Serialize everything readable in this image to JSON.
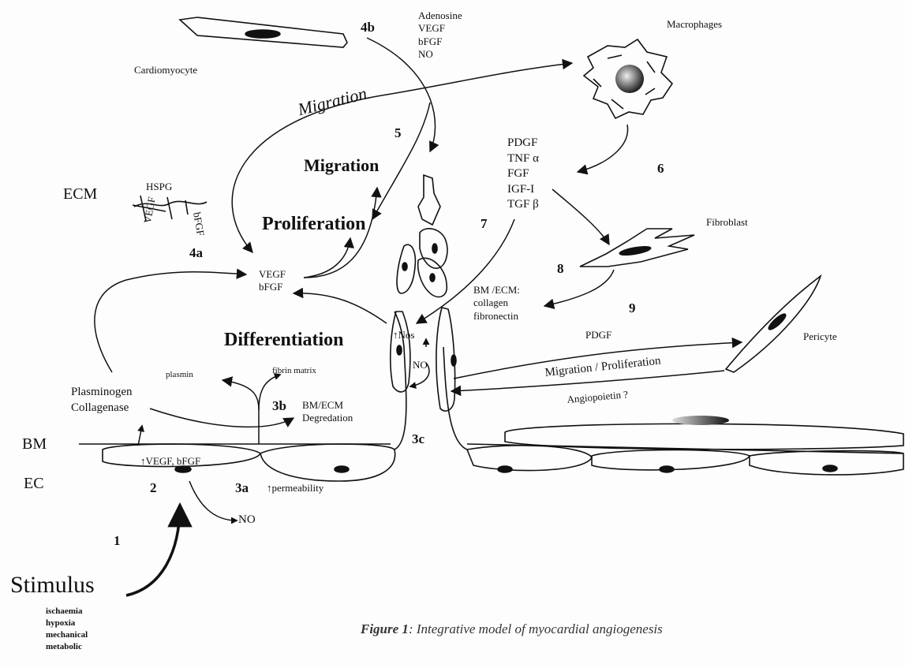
{
  "cells": {
    "cardiomyocyte": "Cardiomyocyte",
    "macrophages": "Macrophages",
    "fibroblast": "Fibroblast",
    "pericyte": "Pericyte"
  },
  "factors": {
    "top": [
      "Adenosine",
      "VEGF",
      "bFGF",
      "NO"
    ],
    "macrophage_factors": [
      "PDGF",
      "TNF α",
      "FGF",
      "IGF-I",
      "TGF β"
    ],
    "vegf_bfgf": [
      "VEGF",
      "bFGF"
    ],
    "bm_ecm": [
      "BM /ECM:",
      "collagen",
      "fibronectin"
    ],
    "plasminogen": [
      "Plasminogen",
      "Collagenase"
    ],
    "degradation": [
      "BM/ECM",
      "Degredation"
    ],
    "pdgf": "PDGF",
    "angiopoietin": "Angiopoietin ?",
    "migration_proliferation": "Migration / Proliferation"
  },
  "processes": {
    "migration_arc": "Migration",
    "migration": "Migration",
    "proliferation": "Proliferation",
    "differentiation": "Differentiation"
  },
  "ecm": {
    "label": "ECM",
    "hspg": "HSPG",
    "vegf": "VEGF",
    "bfgf": "bFGF"
  },
  "misc": {
    "plasmin": "plasmin",
    "fibrin_matrix": "fibrin matrix",
    "nos": "↑Nos",
    "no_inner": "NO",
    "no_bottom": "NO",
    "vegf_ec": "↑VEGF, bFGF",
    "permeability": "↑permeability",
    "bm": "BM",
    "ec": "EC"
  },
  "steps": {
    "s1": "1",
    "s2": "2",
    "s3a": "3a",
    "s3b": "3b",
    "s3c": "3c",
    "s4a": "4a",
    "s4b": "4b",
    "s5": "5",
    "s6": "6",
    "s7": "7",
    "s8": "8",
    "s9": "9"
  },
  "stimulus": {
    "title": "Stimulus",
    "items": [
      "ischaemia",
      "hypoxia",
      "mechanical",
      "metabolic"
    ]
  },
  "caption": {
    "label": "Figure 1",
    "text": ": Integrative model of myocardial angiogenesis"
  },
  "colors": {
    "ink": "#111111",
    "caption": "#333333"
  }
}
